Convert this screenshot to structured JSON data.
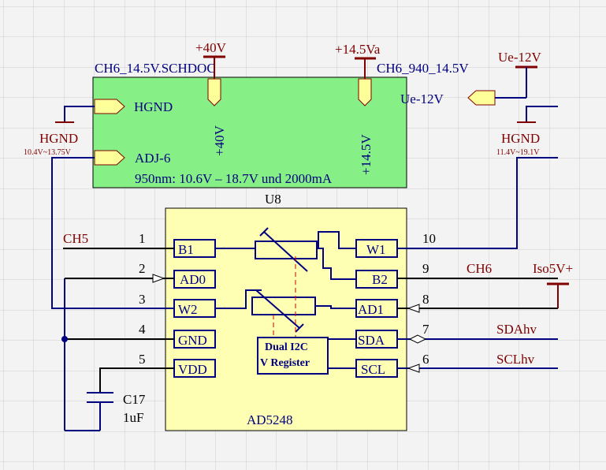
{
  "sheet": {
    "title": "CH6_14.5V.SCHDOC",
    "ports": {
      "hgnd": "HGND",
      "adj": "ADJ-6",
      "ue": "Ue-12V",
      "plus40_rot": "+40V",
      "plus14_rot": "+14.5V"
    },
    "spec": "950nm: 10.6V – 18.7V und 2000mA"
  },
  "power": {
    "plus40": "+40V",
    "plus14": "+14.5Va",
    "ue12": "Ue-12V",
    "iso5": "Iso5V+"
  },
  "nets": {
    "ch6_940": "CH6_940_14.5V",
    "hgnd_left": "HGND",
    "hgnd_right": "HGND",
    "range_left": "10.4V~13.75V",
    "range_right": "11.4V~19.1V",
    "ch5": "CH5",
    "ch6": "CH6",
    "sda": "SDAhv",
    "scl": "SCLhv"
  },
  "chip": {
    "designator": "U8",
    "part": "AD5248",
    "inner_label_1": "Dual I2C",
    "inner_label_2": "V Register",
    "left_pins": [
      {
        "num": "1",
        "name": "B1"
      },
      {
        "num": "2",
        "name": "AD0"
      },
      {
        "num": "3",
        "name": "W2"
      },
      {
        "num": "4",
        "name": "GND"
      },
      {
        "num": "5",
        "name": "VDD"
      }
    ],
    "right_pins": [
      {
        "num": "10",
        "name": "W1"
      },
      {
        "num": "9",
        "name": "B2"
      },
      {
        "num": "8",
        "name": "AD1"
      },
      {
        "num": "7",
        "name": "SDA"
      },
      {
        "num": "6",
        "name": "SCL"
      }
    ]
  },
  "cap": {
    "designator": "C17",
    "value": "1uF"
  },
  "colors": {
    "wire": "#000080",
    "label": "#800000",
    "sheet_fill": "#86f086",
    "chip_fill": "#ffffb4",
    "port_fill": "#ffff99",
    "grid": "#d0d0d0"
  }
}
